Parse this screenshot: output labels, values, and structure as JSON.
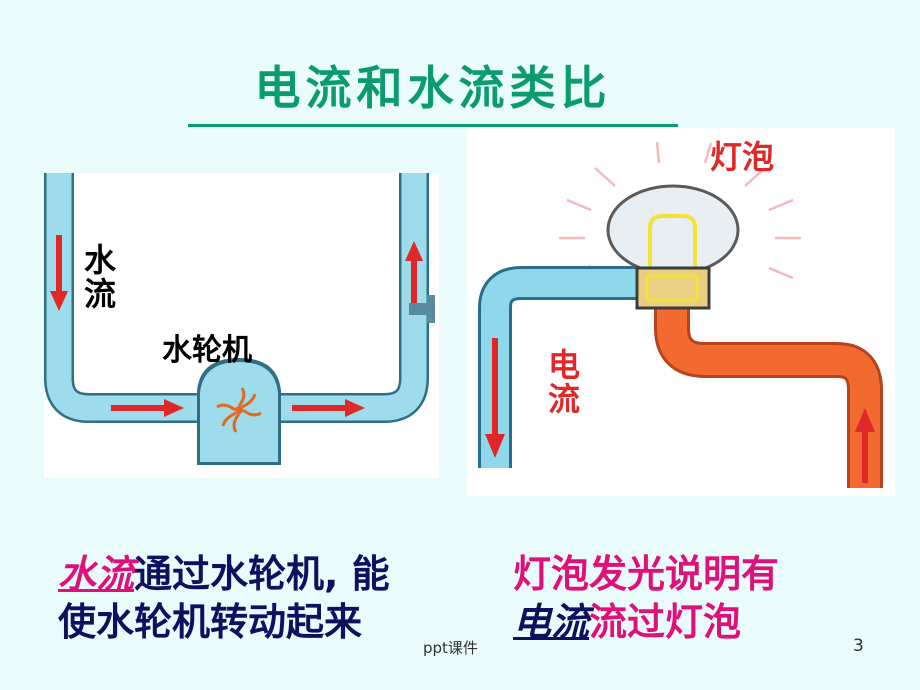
{
  "title": "电流和水流类比",
  "water": {
    "flow_label": "水流",
    "turbine_label": "水轮机"
  },
  "electric": {
    "bulb_label": "灯泡",
    "current_label": "电流"
  },
  "caption_left": {
    "highlight": "水流",
    "line1_rest": "通过水轮机, 能",
    "line2": "使水轮机转动起来"
  },
  "caption_right": {
    "line1": "灯泡发光说明有",
    "highlight": "电流",
    "line2_rest": "流过灯泡"
  },
  "footer": {
    "source": "ppt课件",
    "page_number": "3"
  },
  "colors": {
    "title": "#0a9b6e",
    "water": "#8fd8e8",
    "arrow": "#e02828",
    "wire_hot": "#f26a30",
    "caption_pink": "#e0107a",
    "caption_navy": "#101060"
  }
}
